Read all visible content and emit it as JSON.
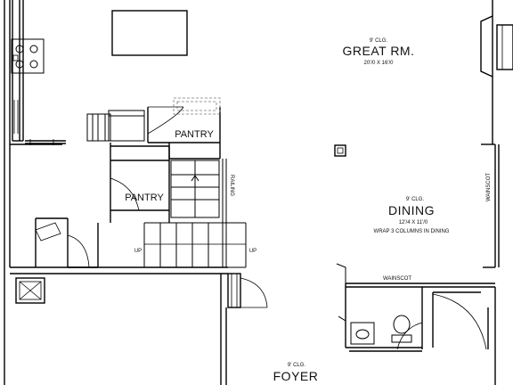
{
  "rooms": {
    "great_room": {
      "ceiling": "9' CLG.",
      "name": "GREAT RM.",
      "dimensions": "20'/0 X 16'/0"
    },
    "dining": {
      "ceiling": "9' CLG.",
      "name": "DINING",
      "dimensions": "12'/4 X 11'/0",
      "note": "WRAP 3 COLUMNS IN DINING"
    },
    "foyer": {
      "ceiling": "9' CLG.",
      "name": "FOYER"
    },
    "pantry_upper": {
      "name": "PANTRY"
    },
    "pantry_lower": {
      "name": "PANTRY"
    }
  },
  "annotations": {
    "railing": "RAILING",
    "wainscot_horizontal": "WAINSCOT",
    "wainscot_vertical": "WAINSCOT",
    "up_left": "UP",
    "up_right": "UP"
  },
  "colors": {
    "line": "#000000",
    "dashed": "#777777",
    "background": "#ffffff"
  }
}
